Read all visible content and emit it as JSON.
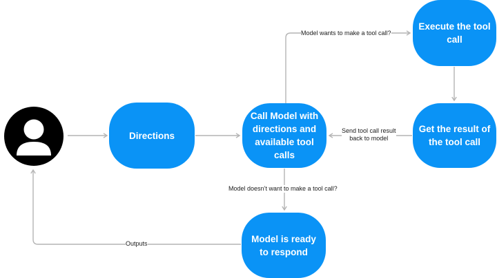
{
  "nodes": {
    "directions": "Directions",
    "call_model": "Call Model with directions and available tool calls",
    "execute_tool": "Execute the tool call",
    "get_result": "Get the result of the tool call",
    "ready": "Model is ready to respond"
  },
  "edges": {
    "wants_tool_call": "Model wants to make a tool call?",
    "doesnt_want_tool_call": "Model doesn’t want to make a tool call?",
    "send_result_line1": "Send tool call result",
    "send_result_line2": "back to model",
    "outputs": "Outputs"
  },
  "colors": {
    "node_fill": "#0a93f6",
    "node_text": "#ffffff",
    "connector": "#b4b4b4",
    "avatar": "#000000"
  },
  "icons": {
    "user": "user-avatar-icon"
  }
}
